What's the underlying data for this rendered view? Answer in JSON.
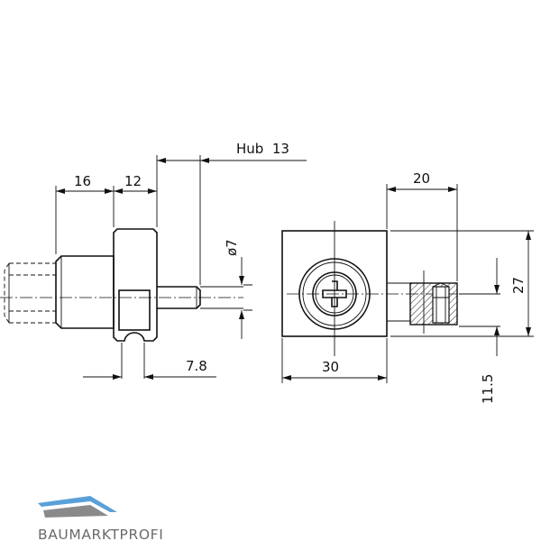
{
  "dimensions": {
    "stroke_hub": "Hub  13",
    "d16": "16",
    "d12": "12",
    "d20": "20",
    "d27": "27",
    "d30": "30",
    "d78": "7.8",
    "d115": "11.5",
    "dia7": "ø7"
  },
  "brand": {
    "name": "BAUMARKTPROFI",
    "colors": {
      "blue": "#5aa0d8",
      "grey": "#8a8a8a"
    }
  }
}
